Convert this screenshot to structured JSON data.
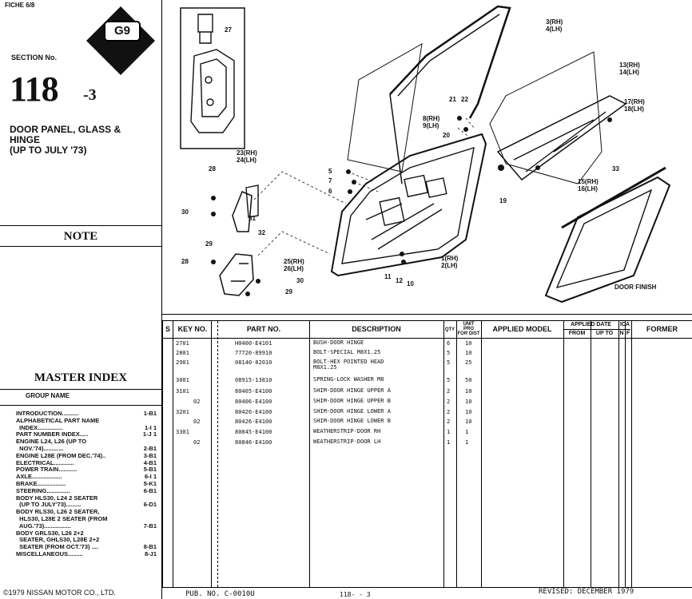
{
  "header": {
    "fiche": "FICHE 6/8",
    "code": "G9",
    "section_label": "SECTION No.",
    "section_number": "118",
    "section_suffix": "-3",
    "title_lines": [
      "DOOR PANEL, GLASS &",
      "HINGE",
      "(UP TO JULY '73)"
    ]
  },
  "note": {
    "label": "NOTE"
  },
  "master_index": {
    "title": "MASTER INDEX",
    "group_label": "GROUP NAME",
    "items": [
      {
        "name": "INTRODUCTION..........",
        "ref": "1-B1"
      },
      {
        "name": "ALPHABETICAL PART NAME",
        "ref": ""
      },
      {
        "name": "  INDEX...............",
        "ref": "1-I 1"
      },
      {
        "name": "PART NUMBER INDEX.....",
        "ref": "1-J 1"
      },
      {
        "name": "ENGINE L24, L26 (UP TO",
        "ref": ""
      },
      {
        "name": "  NOV.'74)............",
        "ref": "2-B1"
      },
      {
        "name": "ENGINE L28E (FROM DEC.'74)..",
        "ref": "3-B1"
      },
      {
        "name": "ELECTRICAL............",
        "ref": "4-B1"
      },
      {
        "name": "POWER TRAIN...........",
        "ref": "5-B1"
      },
      {
        "name": "AXLE..................",
        "ref": "6-I 1"
      },
      {
        "name": "BRAKE.................",
        "ref": "5-K1"
      },
      {
        "name": "STEERING..............",
        "ref": "6-B1"
      },
      {
        "name": "BODY HLS30, L24 2 SEATER",
        "ref": ""
      },
      {
        "name": "  (UP TO JULY'73).........",
        "ref": "6-D1"
      },
      {
        "name": "BODY RLS30, L26 2 SEATER,",
        "ref": ""
      },
      {
        "name": "  HLS30, L28E 2 SEATER (FROM",
        "ref": ""
      },
      {
        "name": "  AUG.'73)................",
        "ref": "7-B1"
      },
      {
        "name": "BODY GRLS30, L26 2+2",
        "ref": ""
      },
      {
        "name": "  SEATER, GHLS30, L28E 2+2",
        "ref": ""
      },
      {
        "name": "  SEATER (FROM OCT.'73) ....",
        "ref": "8-B1"
      },
      {
        "name": "MISCELLANEOUS.........",
        "ref": "8-J1"
      }
    ]
  },
  "diagram": {
    "callouts": [
      "27",
      "3(RH)\n4(LH)",
      "13(RH)\n14(LH)",
      "17(RH)\n18(LH)",
      "21",
      "22",
      "20",
      "8(RH)\n9(LH)",
      "23(RH)\n24(LH)",
      "28",
      "5",
      "7",
      "6",
      "31",
      "30",
      "29",
      "32",
      "25(RH)\n26(LH)",
      "28",
      "30",
      "29",
      "19",
      "15(RH)\n16(LH)",
      "33",
      "1(RH)\n2(LH)",
      "11",
      "12",
      "10"
    ],
    "door_finish_label": "DOOR FINISH"
  },
  "table": {
    "headers": {
      "s": "S",
      "key": "KEY NO.",
      "part": "PART  NO.",
      "desc": "DESCRIPTION",
      "qty": "QTY",
      "unit": "UNIT\nPRO\nFOR DIST",
      "model": "APPLIED MODEL",
      "date": "APPLIED DATE",
      "from": "FROM",
      "upto": "UP TO",
      "ica": "ICA",
      "n": "N",
      "f": "F",
      "former": "FORMER"
    },
    "rows": [
      {
        "key": "2701",
        "sub": "",
        "part": "H0400-E4101",
        "desc": "BUSH-DOOR HINGE",
        "qty": "6",
        "unit": "10"
      },
      {
        "key": "2801",
        "sub": "",
        "part": "77720-89910",
        "desc": "BOLT-SPECIAL M8X1.25",
        "qty": "5",
        "unit": "10"
      },
      {
        "key": "2901",
        "sub": "",
        "part": "08140-82010",
        "desc": "BOLT-HEX POINTED HEAD\nM8X1.25",
        "qty": "5",
        "unit": "25"
      },
      {
        "key": "3001",
        "sub": "",
        "part": "08915-13810",
        "desc": "SPRING-LOCK WASHER M8",
        "qty": "5",
        "unit": "50"
      },
      {
        "key": "3101",
        "sub": "",
        "part": "80405-E4100",
        "desc": "SHIM-DOOR HINGE UPPER A",
        "qty": "2",
        "unit": "10"
      },
      {
        "key": "",
        "sub": "02",
        "part": "80406-E4100",
        "desc": "SHIM-DOOR HINGE UPPER B",
        "qty": "2",
        "unit": "10"
      },
      {
        "key": "3201",
        "sub": "",
        "part": "80426-E4100",
        "desc": "SHIM-DOOR HINGE LOWER A",
        "qty": "2",
        "unit": "10"
      },
      {
        "key": "",
        "sub": "02",
        "part": "80426-E4100",
        "desc": "SHIM-DOOR HINGE LOWER B",
        "qty": "2",
        "unit": "10"
      },
      {
        "key": "3301",
        "sub": "",
        "part": "80845-E4100",
        "desc": "WEATHERSTRIP-DOOR RH",
        "qty": "1",
        "unit": "1"
      },
      {
        "key": "",
        "sub": "02",
        "part": "80846-E4100",
        "desc": "WEATHERSTRIP-DOOR LH",
        "qty": "1",
        "unit": "1"
      }
    ]
  },
  "footer": {
    "copyright": "©1979 NISSAN MOTOR CO., LTD.",
    "pub": "PUB. NO. C-0010U",
    "page": "118- - 3",
    "revised": "REVISED: DECEMBER 1979"
  }
}
